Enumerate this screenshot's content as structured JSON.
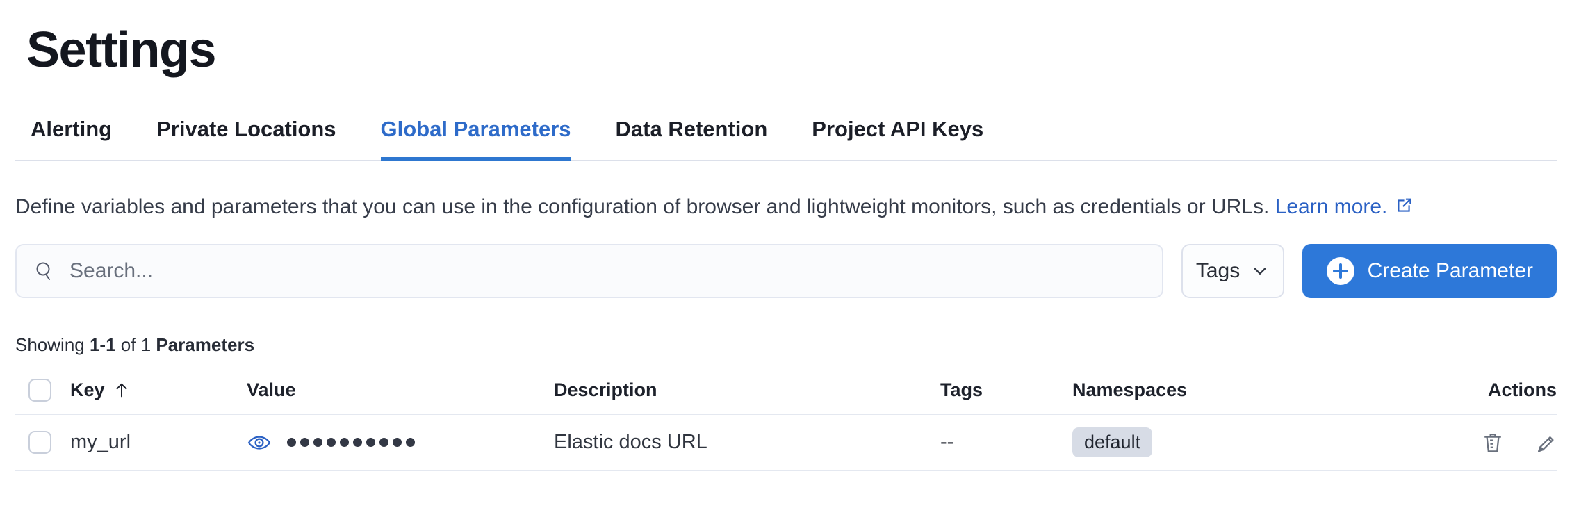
{
  "page": {
    "title": "Settings"
  },
  "tabs": [
    {
      "label": "Alerting",
      "active": false
    },
    {
      "label": "Private Locations",
      "active": false
    },
    {
      "label": "Global Parameters",
      "active": true
    },
    {
      "label": "Data Retention",
      "active": false
    },
    {
      "label": "Project API Keys",
      "active": false
    }
  ],
  "description": {
    "text": "Define variables and parameters that you can use in the configuration of browser and lightweight monitors, such as credentials or URLs.",
    "link_label": "Learn more."
  },
  "toolbar": {
    "search_placeholder": "Search...",
    "search_value": "",
    "tags_filter_label": "Tags",
    "create_button_label": "Create Parameter"
  },
  "results": {
    "prefix": "Showing",
    "range": "1-1",
    "of": "of 1",
    "entity": "Parameters"
  },
  "table": {
    "columns": [
      "Key",
      "Value",
      "Description",
      "Tags",
      "Namespaces",
      "Actions"
    ],
    "sorted_column": "Key",
    "sort_direction": "ascending",
    "rows": [
      {
        "key": "my_url",
        "value_hidden": true,
        "value_dots": 10,
        "description": "Elastic docs URL",
        "tags": "--",
        "namespace": "default"
      }
    ]
  },
  "icons": {
    "search": "search-icon",
    "chevron": "chevron-down-icon",
    "plus": "plus-in-circle-icon",
    "external": "external-link-icon",
    "sort_up": "sort-ascending-icon",
    "eye": "eye-icon",
    "trash": "trash-icon",
    "pencil": "pencil-icon"
  },
  "colors": {
    "accent_blue": "#2d78d9",
    "link_blue": "#2b61c4",
    "active_tab_blue": "#2e6bc9",
    "badge_bg": "#d7dce6",
    "border_light": "#e4e8f0",
    "text_dark": "#1b1e27",
    "text_subdued": "#69707d"
  }
}
